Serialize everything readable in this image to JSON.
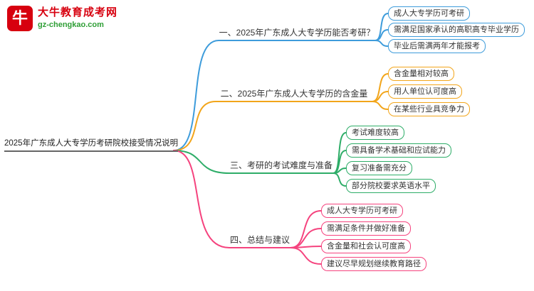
{
  "logo": {
    "icon_glyph": "牛",
    "title": "大牛教育成考网",
    "domain": "gz-chengkao.com"
  },
  "root": {
    "label": "2025年广东成人大专学历考研院校接受情况说明"
  },
  "colors": {
    "branch1": "#3e9cdb",
    "branch2": "#f2a51a",
    "branch3": "#2ead68",
    "branch4": "#f5437e",
    "logo_red": "#d7000f",
    "logo_green": "#2e9e35",
    "root_line": "#666666"
  },
  "branches": [
    {
      "label": "一、2025年广东成人大专学历能否考研？",
      "color": "#3e9cdb",
      "children": [
        "成人大专学历可考研",
        "需满足国家承认的高职高专毕业学历",
        "毕业后需满两年才能报考"
      ]
    },
    {
      "label": "二、2025年广东成人大专学历的含金量",
      "color": "#f2a51a",
      "children": [
        "含金量相对较高",
        "用人单位认可度高",
        "在某些行业具竞争力"
      ]
    },
    {
      "label": "三、考研的考试难度与准备",
      "color": "#2ead68",
      "children": [
        "考试难度较高",
        "需具备学术基础和应试能力",
        "复习准备需充分",
        "部分院校要求英语水平"
      ]
    },
    {
      "label": "四、总结与建议",
      "color": "#f5437e",
      "children": [
        "成人大专学历可考研",
        "需满足条件并做好准备",
        "含金量和社会认可度高",
        "建议尽早规划继续教育路径"
      ]
    }
  ]
}
